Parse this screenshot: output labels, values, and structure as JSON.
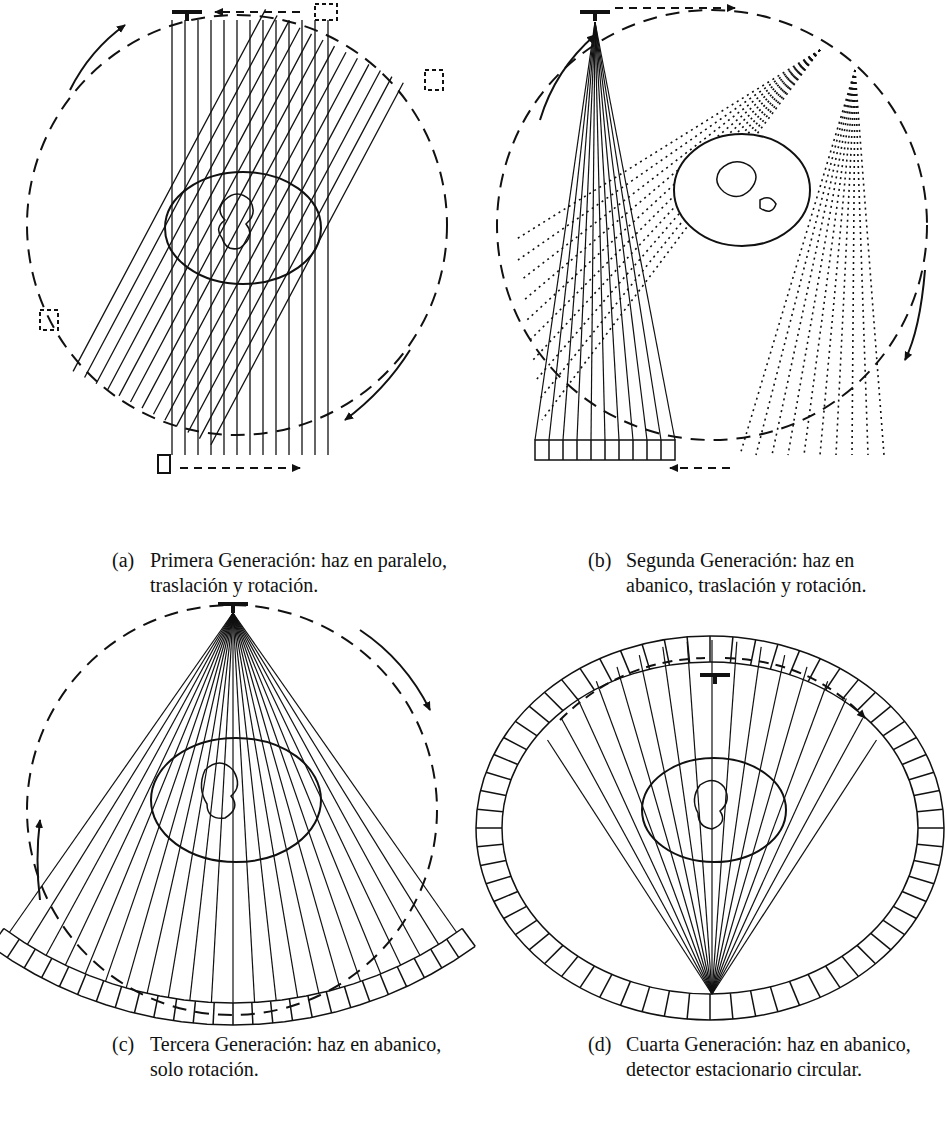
{
  "diagram": {
    "labels": [
      "(a)",
      "Primera Generación: haz en paralelo, traslación y rotación.",
      "(b)",
      "Segunda Generación: haz en abanico, traslación y rotación.",
      "(c)",
      "Tercera Generación: haz en abanico, solo rotación.",
      "(d)",
      "Cuarta Generación: haz en abanico, detector estacionario circular."
    ]
  }
}
